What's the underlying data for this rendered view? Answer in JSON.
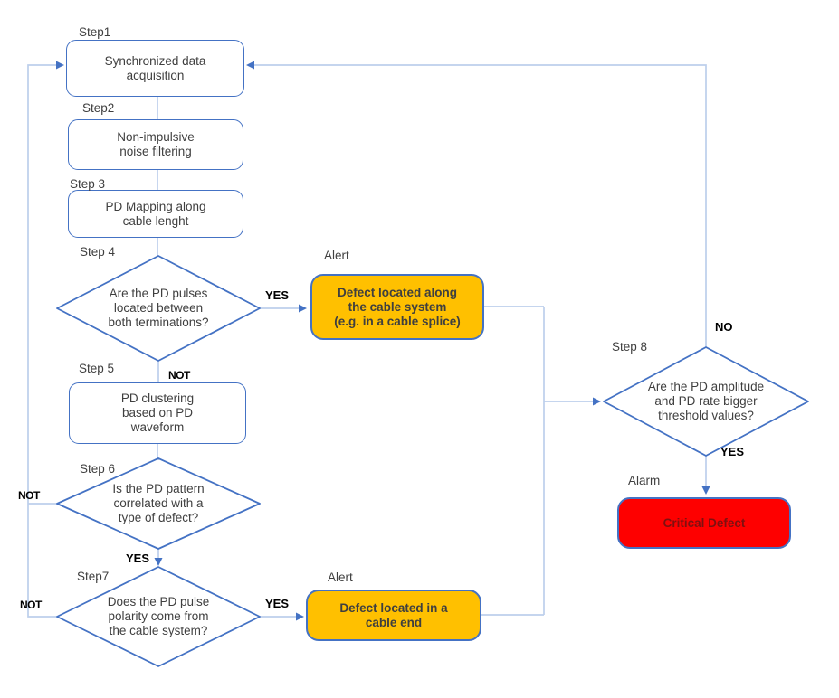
{
  "diagram": {
    "nodes": {
      "step1": {
        "label": "Step1",
        "text": "Synchronized data\nacquisition"
      },
      "step2": {
        "label": "Step2",
        "text": "Non-impulsive\nnoise filtering"
      },
      "step3": {
        "label": "Step 3",
        "text": "PD Mapping along\ncable lenght"
      },
      "step4": {
        "label": "Step 4",
        "text": "Are the PD pulses\nlocated between\nboth terminations?"
      },
      "step5": {
        "label": "Step 5",
        "text": "PD clustering\nbased on PD\nwaveform"
      },
      "step6": {
        "label": "Step 6",
        "text": "Is the PD pattern\ncorrelated with a\ntype of defect?"
      },
      "step7": {
        "label": "Step7",
        "text": "Does the PD pulse\npolarity come from\nthe cable system?"
      },
      "step8": {
        "label": "Step 8",
        "text": "Are the PD amplitude\nand PD rate bigger\nthreshold values?"
      },
      "alert1": {
        "label": "Alert",
        "text": "Defect located along\nthe cable system\n(e.g. in a cable splice)"
      },
      "alert2": {
        "label": "Alert",
        "text": "Defect located in a\ncable end"
      },
      "alarm": {
        "label": "Alarm",
        "text": "Critical Defect"
      }
    },
    "edge_labels": {
      "step4_yes": "YES",
      "step4_not": "NOT",
      "step6_not": "NOT",
      "step6_yes": "YES",
      "step7_not": "NOT",
      "step7_yes": "YES",
      "step8_no": "NO",
      "step8_yes": "YES"
    },
    "colors": {
      "node_border": "#4472C4",
      "connector": "#BDCFEC",
      "arrowhead": "#4472C4",
      "alert_fill": "#FFC000",
      "alarm_fill": "#FE0000",
      "alarm_text": "#7E1010",
      "node_text": "#3F3F3F",
      "edge_label_text": "#000000"
    }
  }
}
